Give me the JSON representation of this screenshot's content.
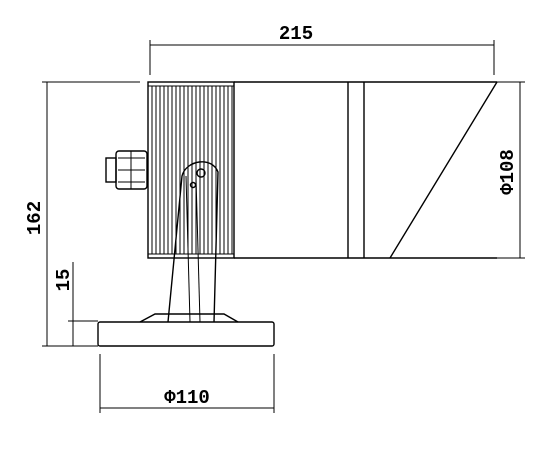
{
  "dimensions": {
    "overall_length": "215",
    "body_diameter": "Φ108",
    "overall_height": "162",
    "base_thickness": "15",
    "base_diameter": "Φ110"
  },
  "colors": {
    "line": "#000000",
    "background": "#ffffff"
  }
}
